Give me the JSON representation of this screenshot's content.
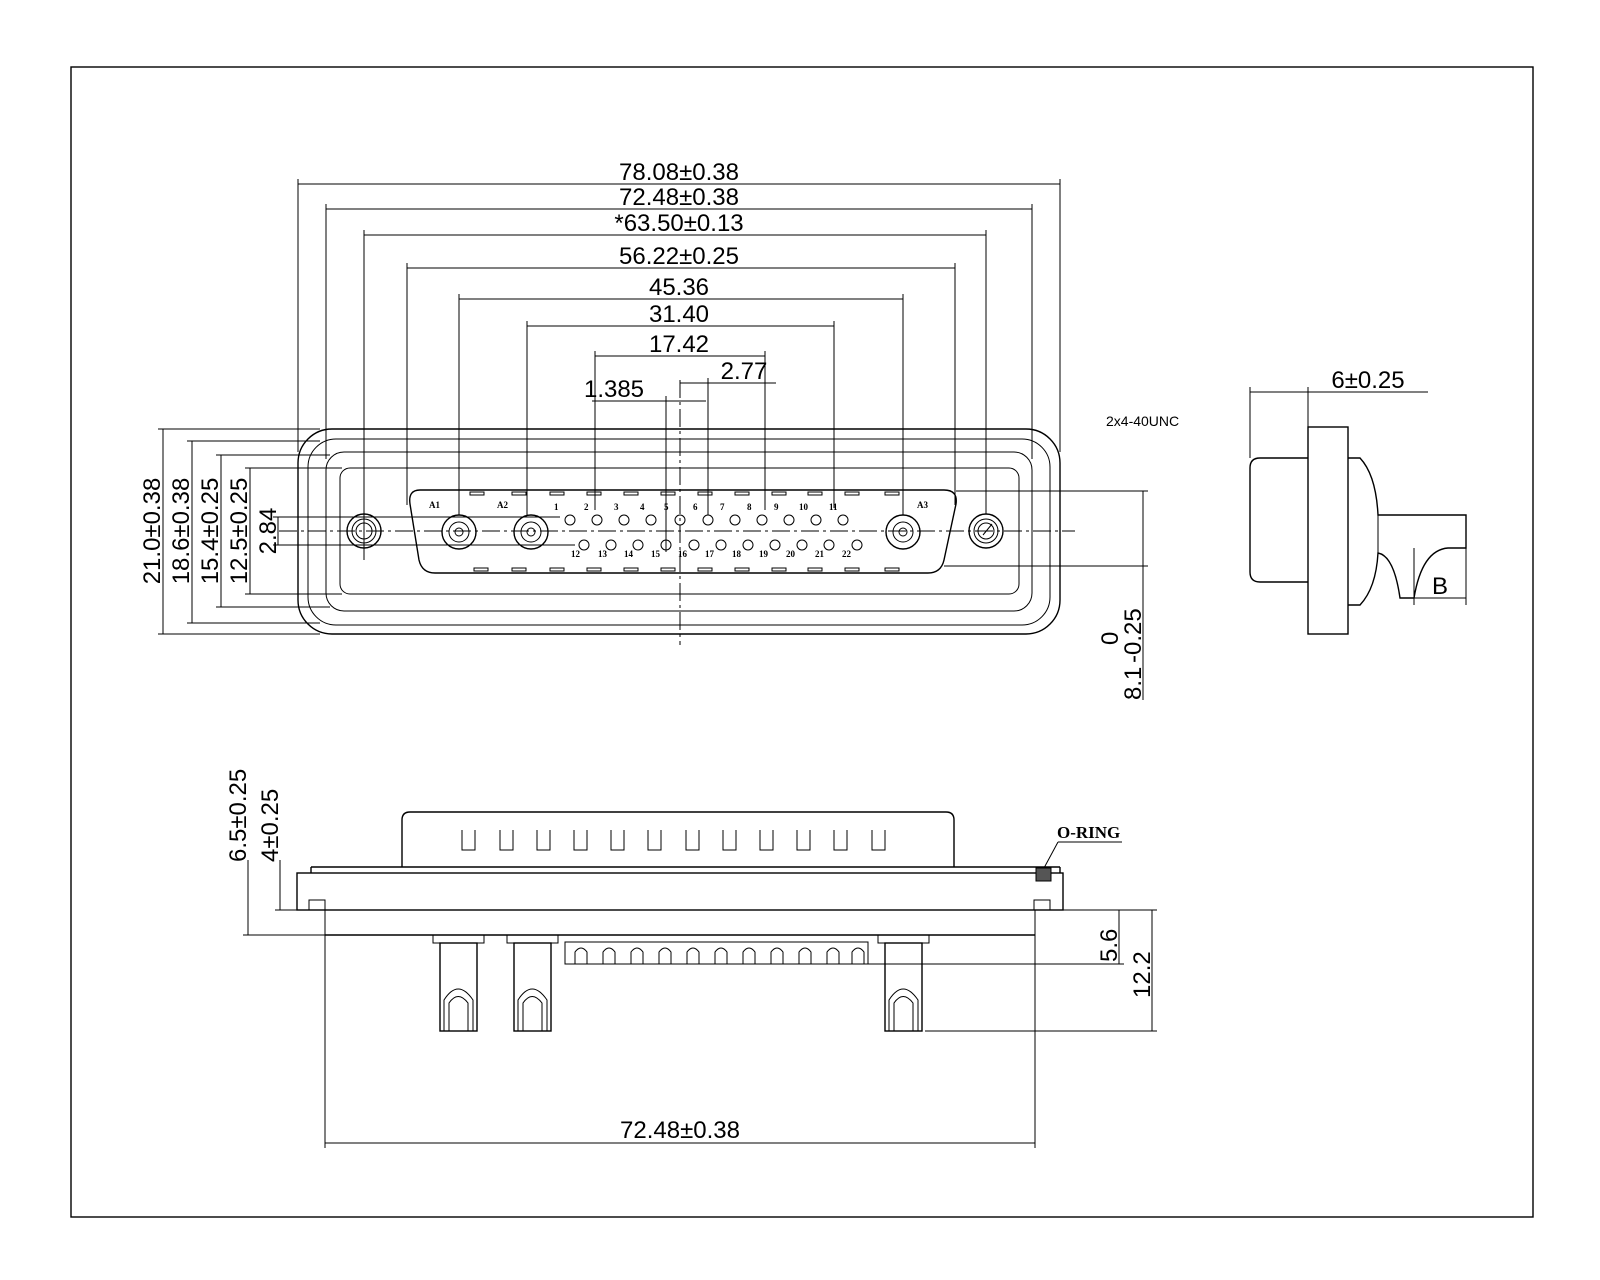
{
  "front_view": {
    "horizontal_dims": [
      "78.08±0.38",
      "72.48±0.38",
      "*63.50±0.13",
      "56.22±0.25",
      "45.36",
      "31.40",
      "17.42",
      "2.77",
      "1.385"
    ],
    "vertical_dims": [
      "21.0±0.38",
      "18.6±0.38",
      "15.4±0.25",
      "12.5±0.25",
      "2.84"
    ],
    "depth_dim": "8.1",
    "depth_tolerance": "0",
    "depth_tolerance_neg": "-0.25",
    "thread_note": "2x4-40UNC",
    "top_row_pins": [
      "A1",
      "A2",
      "1",
      "2",
      "3",
      "4",
      "5",
      "6",
      "7",
      "8",
      "9",
      "10",
      "11",
      "A3"
    ],
    "bottom_row_pins": [
      "12",
      "13",
      "14",
      "15",
      "16",
      "17",
      "18",
      "19",
      "20",
      "21",
      "22"
    ]
  },
  "side_view": {
    "thickness_dim": "6±0.25",
    "label_b": "B"
  },
  "bottom_view": {
    "dims": [
      "6.5±0.25",
      "4±0.25",
      "5.6",
      "12.2",
      "72.48±0.38"
    ],
    "o_ring_label": "O-RING"
  }
}
